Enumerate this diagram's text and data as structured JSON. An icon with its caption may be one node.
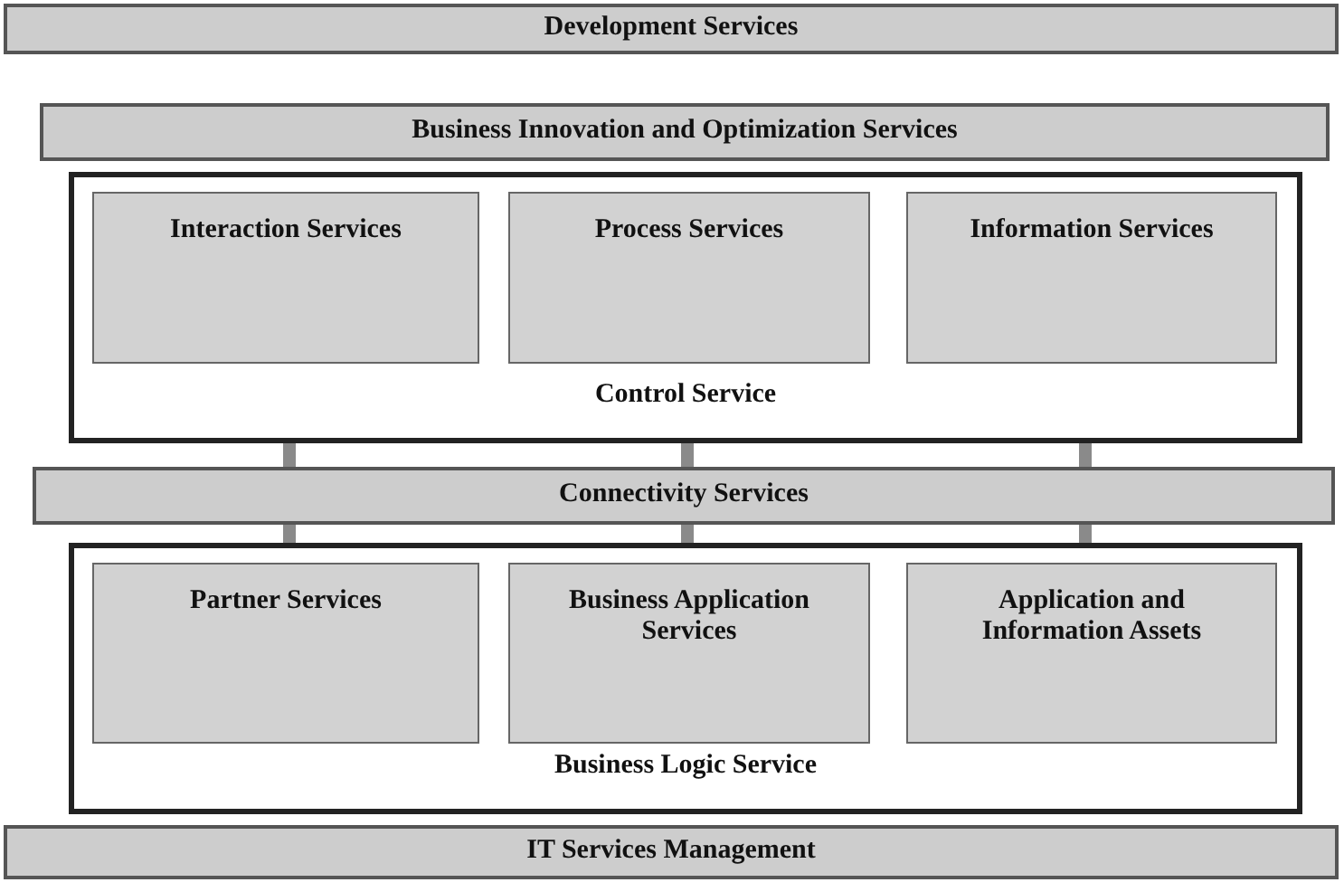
{
  "diagram": {
    "nodes": [
      {
        "text": [
          "Development Services"
        ]
      },
      {
        "text": [
          "Business Innovation and Optimization Services"
        ]
      },
      {
        "text": [
          "Control Service"
        ]
      },
      {
        "text": [
          "Interaction Services"
        ],
        "in": 2
      },
      {
        "text": [
          "Process Services"
        ],
        "in": 2
      },
      {
        "text": [
          "Information Services"
        ],
        "in": 2
      },
      {
        "text": [
          "Connectivity Services"
        ]
      },
      {
        "text": [
          "Business Logic Service"
        ]
      },
      {
        "text": [
          "Partner Services"
        ],
        "in": 7
      },
      {
        "text": [
          "Business Application Services"
        ],
        "in": 7
      },
      {
        "text": [
          "Application and Information Assets"
        ],
        "in": 7
      },
      {
        "text": [
          "IT Services Management"
        ]
      }
    ],
    "edges": [
      {
        "from": 2,
        "to": 6,
        "arrow": "none"
      },
      {
        "from": 2,
        "to": 6,
        "arrow": "none"
      },
      {
        "from": 2,
        "to": 6,
        "arrow": "none"
      },
      {
        "from": 6,
        "to": 7,
        "arrow": "none"
      },
      {
        "from": 6,
        "to": 7,
        "arrow": "none"
      },
      {
        "from": 6,
        "to": 7,
        "arrow": "none"
      }
    ]
  }
}
